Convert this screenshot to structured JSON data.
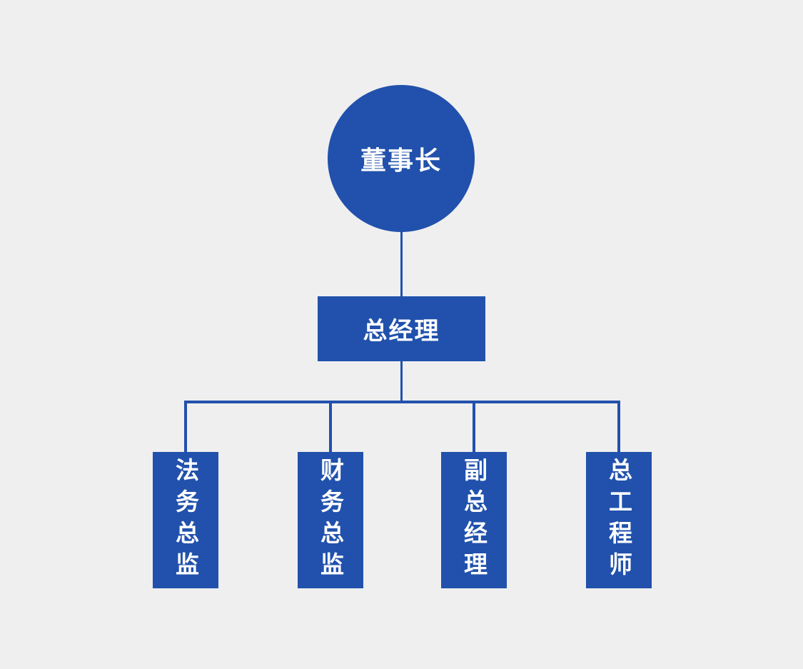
{
  "canvas": {
    "background_color": "#efefef",
    "node_fill_color": "#2151ac",
    "connector_color": "#2151ac",
    "text_color": "#ffffff"
  },
  "org_chart": {
    "root": {
      "label": "董事长",
      "shape": "circle"
    },
    "manager": {
      "label": "总经理",
      "shape": "rectangle"
    },
    "children": [
      {
        "label": "法务总监",
        "shape": "vertical-rectangle"
      },
      {
        "label": "财务总监",
        "shape": "vertical-rectangle"
      },
      {
        "label": "副总经理",
        "shape": "vertical-rectangle"
      },
      {
        "label": "总工程师",
        "shape": "vertical-rectangle"
      }
    ]
  }
}
